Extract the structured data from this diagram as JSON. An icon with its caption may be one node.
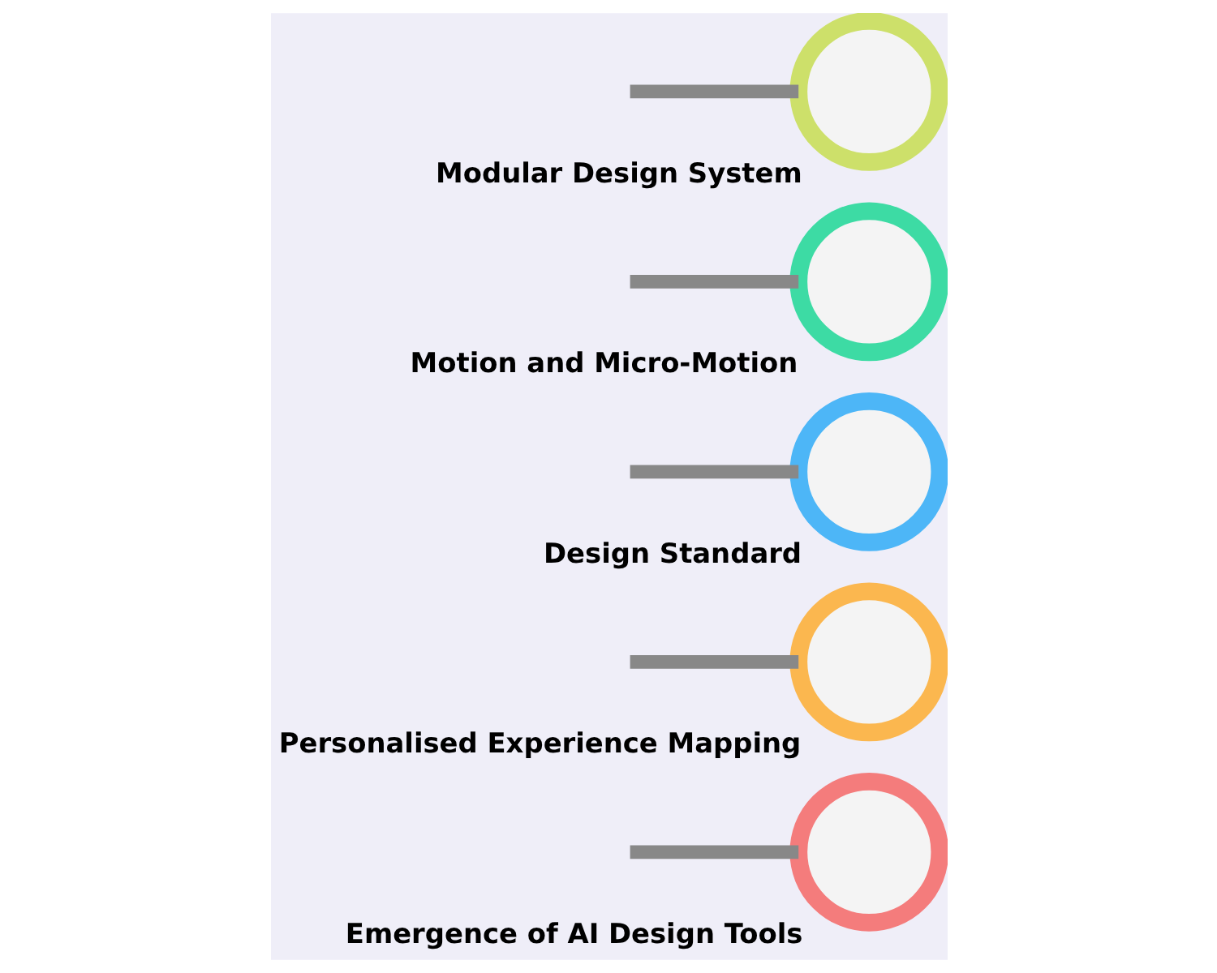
{
  "diagram": {
    "nodes": [
      {
        "text": [],
        "shape": "circle",
        "beside": [
          "Emergence of AI Design Tools"
        ]
      },
      {
        "text": [],
        "shape": "circle",
        "beside": [
          "Personalised Experience Mapping"
        ]
      },
      {
        "text": [],
        "shape": "circle",
        "beside": [
          "Design Standard"
        ]
      },
      {
        "text": [],
        "shape": "circle",
        "beside": [
          "Motion and Micro-Motion"
        ]
      },
      {
        "text": [],
        "shape": "circle",
        "beside": [
          "Modular Design System"
        ]
      }
    ],
    "edges": [
      {
        "from": null,
        "to": 0,
        "arrow": "none"
      },
      {
        "from": null,
        "to": 1,
        "arrow": "none"
      },
      {
        "from": null,
        "to": 2,
        "arrow": "none"
      },
      {
        "from": null,
        "to": 3,
        "arrow": "none"
      },
      {
        "from": null,
        "to": 4,
        "arrow": "none"
      }
    ]
  }
}
